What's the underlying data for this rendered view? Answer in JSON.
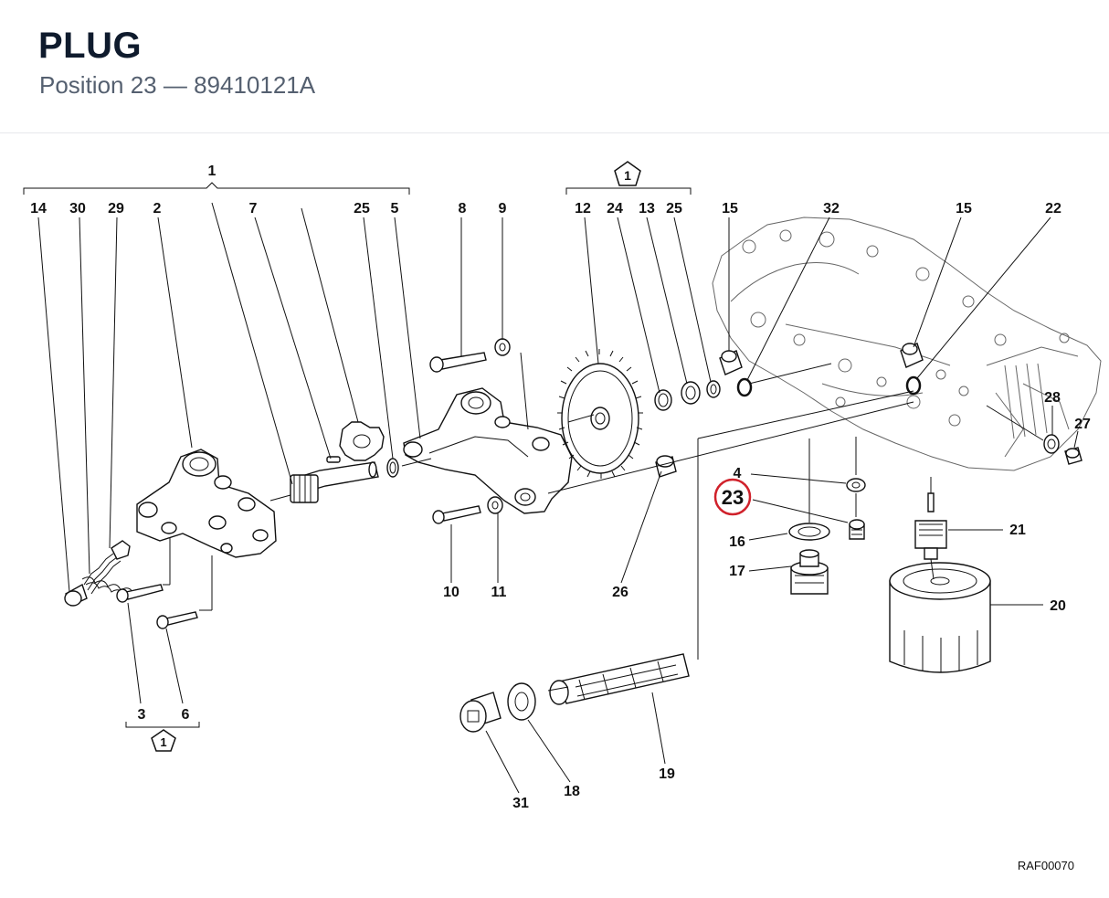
{
  "header": {
    "title": "PLUG",
    "subtitle": "Position 23 — 89410121A"
  },
  "diagram": {
    "highlight_color": "#d0212b",
    "highlighted_position": "23",
    "labels": {
      "p1_top": "1",
      "p14": "14",
      "p30": "30",
      "p29": "29",
      "p2": "2",
      "p7": "7",
      "p25a": "25",
      "p5": "5",
      "p8": "8",
      "p9": "9",
      "kit_top": "1",
      "p12": "12",
      "p24": "24",
      "p13": "13",
      "p25b": "25",
      "p15a": "15",
      "p32": "32",
      "p15b": "15",
      "p22": "22",
      "p28": "28",
      "p27": "27",
      "p4": "4",
      "p23": "23",
      "p16": "16",
      "p17": "17",
      "p21": "21",
      "p20": "20",
      "p10": "10",
      "p11": "11",
      "p26": "26",
      "p3": "3",
      "p6": "6",
      "kit_bottom": "1",
      "p19": "19",
      "p18": "18",
      "p31": "31"
    },
    "reference": "RAF00070"
  }
}
